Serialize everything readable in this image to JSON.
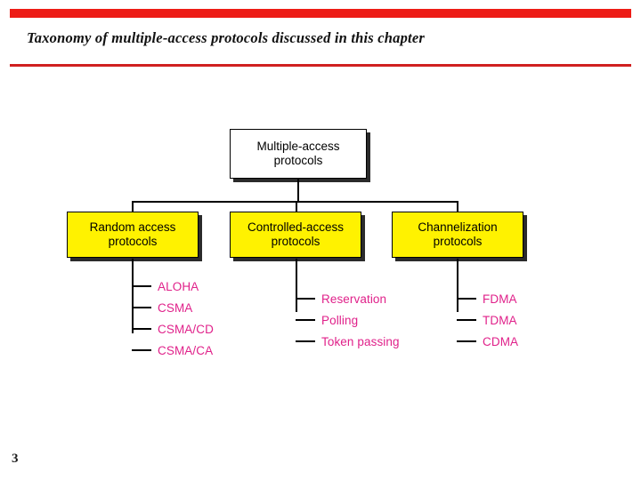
{
  "header": {
    "title": "Taxonomy of multiple-access protocols discussed in this chapter",
    "bar_color": "#ED1C16",
    "rule_color": "#D02020"
  },
  "diagram": {
    "root": {
      "line1": "Multiple-access",
      "line2": "protocols",
      "fill": "#FFFFFF"
    },
    "branches": [
      {
        "id": "random-access",
        "line1": "Random access",
        "line2": "protocols",
        "fill": "#FFF200",
        "leaves": [
          "ALOHA",
          "CSMA",
          "CSMA/CD",
          "CSMA/CA"
        ]
      },
      {
        "id": "controlled-access",
        "line1": "Controlled-access",
        "line2": "protocols",
        "fill": "#FFF200",
        "leaves": [
          "Reservation",
          "Polling",
          "Token passing"
        ]
      },
      {
        "id": "channelization",
        "line1": "Channelization",
        "line2": "protocols",
        "fill": "#FFF200",
        "leaves": [
          "FDMA",
          "TDMA",
          "CDMA"
        ]
      }
    ],
    "leaf_text_color": "#E0218A",
    "connector_color": "#000000"
  },
  "footer": {
    "page_number": "3"
  }
}
